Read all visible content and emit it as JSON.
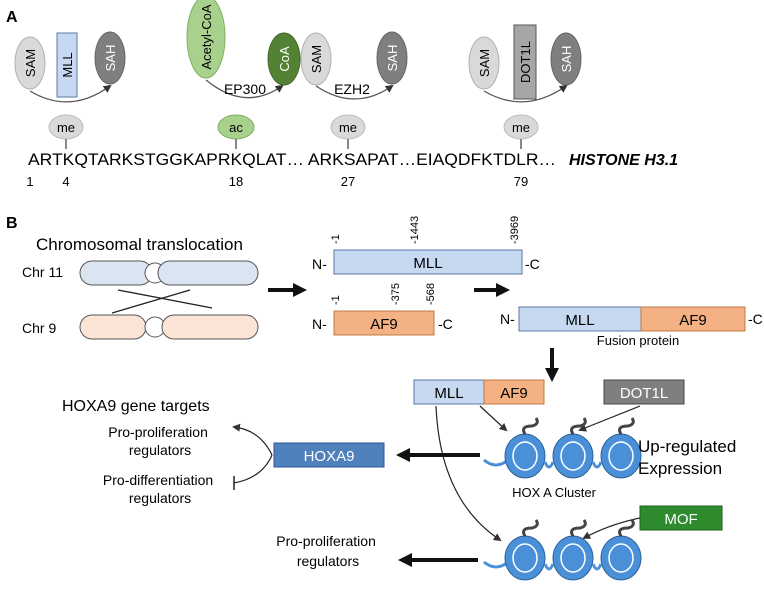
{
  "panel_a": {
    "label": "A",
    "sequence": "ARTKQTARKSTGGKAPRKQLAT… ARKSAPAT…EIAQDFKTDLR…",
    "histone": "HISTONE H3.1",
    "positions": [
      "1",
      "4",
      "18",
      "27",
      "79"
    ],
    "mll_group": {
      "cofactor": "SAM",
      "enzyme": "MLL",
      "product": "SAH",
      "mark": "me"
    },
    "ep300_group": {
      "cofactor": "Acetyl-CoA",
      "product": "CoA",
      "enzyme": "EP300",
      "mark": "ac"
    },
    "ezh2_group": {
      "cofactor": "SAM",
      "product": "SAH",
      "enzyme": "EZH2",
      "mark": "me"
    },
    "dot1l_group": {
      "cofactor": "SAM",
      "enzyme": "DOT1L",
      "product": "SAH",
      "mark": "me"
    }
  },
  "panel_b": {
    "label": "B",
    "translocation_title": "Chromosomal translocation",
    "chr11": "Chr 11",
    "chr9": "Chr 9",
    "mll_protein": {
      "label": "MLL",
      "n": "N-",
      "c": "-C",
      "pos_start": "-1",
      "pos_mid": "-1443",
      "pos_end": "-3969"
    },
    "af9_protein": {
      "label": "AF9",
      "n": "N-",
      "c": "-C",
      "pos_start": "-1",
      "pos_mid": "-375",
      "pos_end": "-568"
    },
    "fusion": {
      "mll": "MLL",
      "af9": "AF9",
      "n": "N-",
      "c": "-C",
      "caption": "Fusion protein"
    },
    "complex": {
      "mll": "MLL",
      "af9": "AF9",
      "dot1l": "DOT1L"
    },
    "hoxa9_targets_title": "HOXA9 gene targets",
    "pro_prolif": "Pro-proliferation\nregulators",
    "pro_diff": "Pro-differentiation\nregulators",
    "hoxa9": "HOXA9",
    "upregulated": "Up-regulated\nExpression",
    "hox_cluster": "HOX A Cluster",
    "mof": "MOF",
    "pro_prolif_bottom": "Pro-proliferation\nregulators"
  },
  "colors": {
    "light_blue": "#c6d9f1",
    "blue_stroke": "#5b7aa8",
    "peach": "#fad4b4",
    "orange": "#f4b183",
    "hoxa9_blue": "#4f81bd",
    "mof_green": "#2e8b2e",
    "acetyl_green": "#a9d18e",
    "coa_green": "#548235",
    "grey": "#d0d0d0",
    "dark_grey": "#7f7f7f"
  }
}
